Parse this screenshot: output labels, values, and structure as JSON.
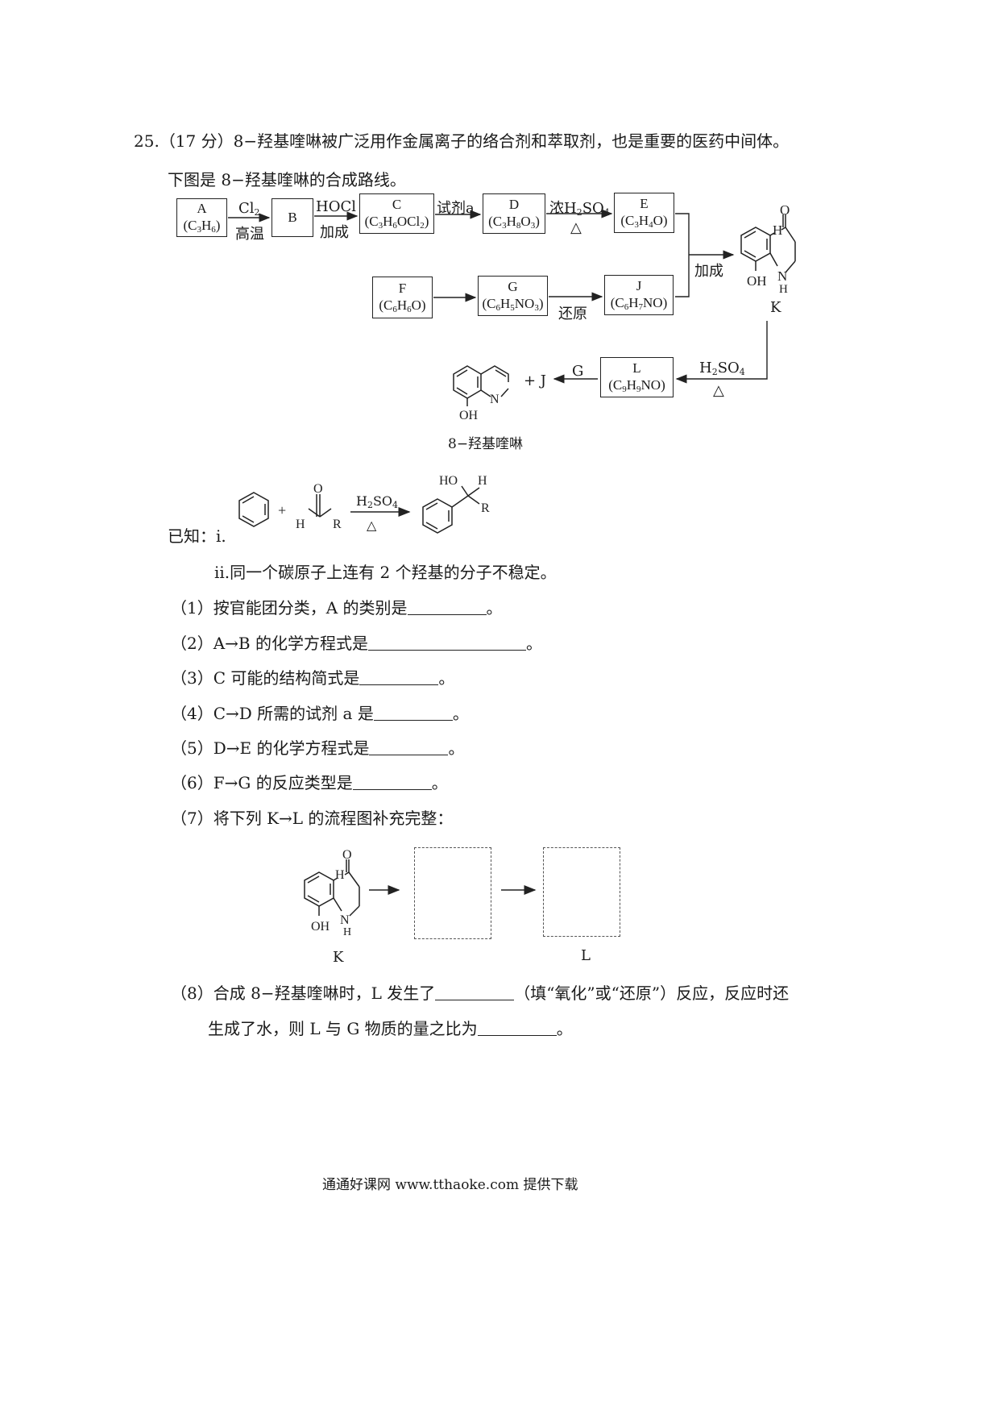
{
  "question": {
    "number": "25.",
    "score": "（17 分）",
    "intro": "8−羟基喹啉被广泛用作金属离子的络合剂和萃取剂，也是重要的医药中间体。",
    "intro2": "下图是 8−羟基喹啉的合成路线。"
  },
  "flow": {
    "A": {
      "name": "A",
      "formula": "(C3H6)"
    },
    "B": {
      "name": "B"
    },
    "C": {
      "name": "C",
      "formula": "(C3H6OCl2)"
    },
    "D": {
      "name": "D",
      "formula": "(C3H8O3)"
    },
    "E": {
      "name": "E",
      "formula": "(C3H4O)"
    },
    "F": {
      "name": "F",
      "formula": "(C6H6O)"
    },
    "G": {
      "name": "G",
      "formula": "(C6H5NO3)"
    },
    "J": {
      "name": "J",
      "formula": "(C6H7NO)"
    },
    "L": {
      "name": "L",
      "formula": "(C9H9NO)"
    },
    "reagents": {
      "ab_top": "Cl2",
      "ab_bottom": "高温",
      "bc_top": "HOCl",
      "bc_bottom": "加成",
      "cd_top": "试剂a",
      "de_top": "浓H2SO4",
      "de_bottom": "△",
      "gj_bottom": "还原",
      "ek_label": "加成",
      "kl_top": "H2SO4",
      "kl_bottom": "△",
      "lq_top": "G"
    },
    "K_label": "K",
    "product_plus": "+ J",
    "product_name": "8−羟基喹啉"
  },
  "known": {
    "label": "已知：i.",
    "item2": "ii.同一个碳原子上连有 2 个羟基的分子不稳定。",
    "reagent_top": "H2SO4",
    "reagent_bottom": "△"
  },
  "subquestions": [
    {
      "prefix": "（1）按官能团分类，A 的类别是",
      "suffix": "。"
    },
    {
      "prefix": "（2）A→B 的化学方程式是",
      "suffix": "。"
    },
    {
      "prefix": "（3）C 可能的结构简式是",
      "suffix": "。"
    },
    {
      "prefix": "（4）C→D 所需的试剂 a 是",
      "suffix": "。"
    },
    {
      "prefix": "（5）D→E 的化学方程式是",
      "suffix": "。"
    },
    {
      "prefix": "（6）F→G 的反应类型是",
      "suffix": "。"
    },
    {
      "prefix": "（7）将下列 K→L 的流程图补充完整：",
      "suffix": ""
    }
  ],
  "q7": {
    "K_label": "K",
    "L_label": "L"
  },
  "q8": {
    "line1_prefix": "（8）合成 8−羟基喹啉时，L 发生了",
    "line1_suffix": "（填“氧化”或“还原”）反应，反应时还",
    "line2_prefix": "生成了水，则 L 与 G 物质的量之比为",
    "line2_suffix": "。"
  },
  "footer": "通通好课网   www.tthaoke.com  提供下载"
}
